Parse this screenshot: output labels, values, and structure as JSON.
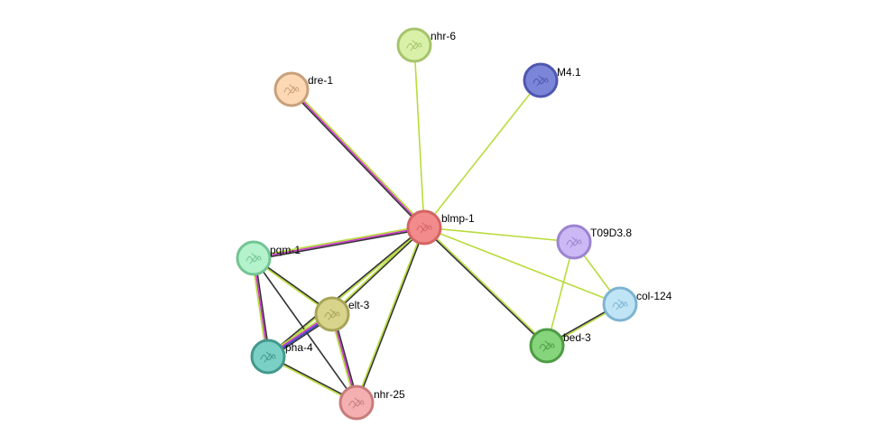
{
  "nodes": [
    {
      "id": "blmp-1",
      "label": "blmp-1",
      "fill": "#f28c8c",
      "stroke": "#d46464"
    },
    {
      "id": "nhr-6",
      "label": "nhr-6",
      "fill": "#d8f0a8",
      "stroke": "#a6c46c"
    },
    {
      "id": "M4.1",
      "label": "M4.1",
      "fill": "#7c86d8",
      "stroke": "#4e58b0"
    },
    {
      "id": "dre-1",
      "label": "dre-1",
      "fill": "#fcd8b4",
      "stroke": "#c8a07a"
    },
    {
      "id": "T09D3.8",
      "label": "T09D3.8",
      "fill": "#cbb8f4",
      "stroke": "#9c84d0"
    },
    {
      "id": "col-124",
      "label": "col-124",
      "fill": "#bfe4f6",
      "stroke": "#7fb4d0"
    },
    {
      "id": "pqm-1",
      "label": "pqm-1",
      "fill": "#b4f2cc",
      "stroke": "#74c494"
    },
    {
      "id": "elt-3",
      "label": "elt-3",
      "fill": "#d8d48c",
      "stroke": "#a8a458"
    },
    {
      "id": "bed-3",
      "label": "bed-3",
      "fill": "#86d47c",
      "stroke": "#4e9c44"
    },
    {
      "id": "pha-4",
      "label": "pha-4",
      "fill": "#7ad0c4",
      "stroke": "#44988c"
    },
    {
      "id": "nhr-25",
      "label": "nhr-25",
      "fill": "#f4b0b0",
      "stroke": "#c87c7c"
    }
  ],
  "edges": [
    {
      "from": "blmp-1",
      "to": "nhr-6",
      "colors": [
        "#b8dc3c"
      ]
    },
    {
      "from": "blmp-1",
      "to": "M4.1",
      "colors": [
        "#b8dc3c"
      ]
    },
    {
      "from": "blmp-1",
      "to": "dre-1",
      "colors": [
        "#333333",
        "#cc33cc",
        "#b8dc3c"
      ]
    },
    {
      "from": "blmp-1",
      "to": "T09D3.8",
      "colors": [
        "#b8dc3c"
      ]
    },
    {
      "from": "blmp-1",
      "to": "col-124",
      "colors": [
        "#b8dc3c"
      ]
    },
    {
      "from": "blmp-1",
      "to": "bed-3",
      "colors": [
        "#b8dc3c",
        "#333333"
      ]
    },
    {
      "from": "blmp-1",
      "to": "pqm-1",
      "colors": [
        "#333333",
        "#cc33cc",
        "#b8dc3c"
      ]
    },
    {
      "from": "blmp-1",
      "to": "elt-3",
      "colors": [
        "#333333",
        "#b8dc3c"
      ]
    },
    {
      "from": "blmp-1",
      "to": "pha-4",
      "colors": [
        "#b8dc3c",
        "#333333"
      ]
    },
    {
      "from": "blmp-1",
      "to": "nhr-25",
      "colors": [
        "#333333",
        "#b8dc3c"
      ]
    },
    {
      "from": "T09D3.8",
      "to": "col-124",
      "colors": [
        "#b8dc3c"
      ]
    },
    {
      "from": "T09D3.8",
      "to": "bed-3",
      "colors": [
        "#b8dc3c"
      ]
    },
    {
      "from": "col-124",
      "to": "bed-3",
      "colors": [
        "#b8dc3c",
        "#333333"
      ]
    },
    {
      "from": "pqm-1",
      "to": "elt-3",
      "colors": [
        "#333333",
        "#b8dc3c"
      ]
    },
    {
      "from": "pqm-1",
      "to": "pha-4",
      "colors": [
        "#333333",
        "#cc33cc",
        "#b8dc3c"
      ]
    },
    {
      "from": "pqm-1",
      "to": "nhr-25",
      "colors": [
        "#333333"
      ]
    },
    {
      "from": "elt-3",
      "to": "pha-4",
      "colors": [
        "#333333",
        "#3344cc",
        "#cc33cc",
        "#b8dc3c"
      ]
    },
    {
      "from": "elt-3",
      "to": "nhr-25",
      "colors": [
        "#333333",
        "#cc33cc",
        "#b8dc3c"
      ]
    },
    {
      "from": "pha-4",
      "to": "nhr-25",
      "colors": [
        "#333333",
        "#b8dc3c"
      ]
    }
  ]
}
